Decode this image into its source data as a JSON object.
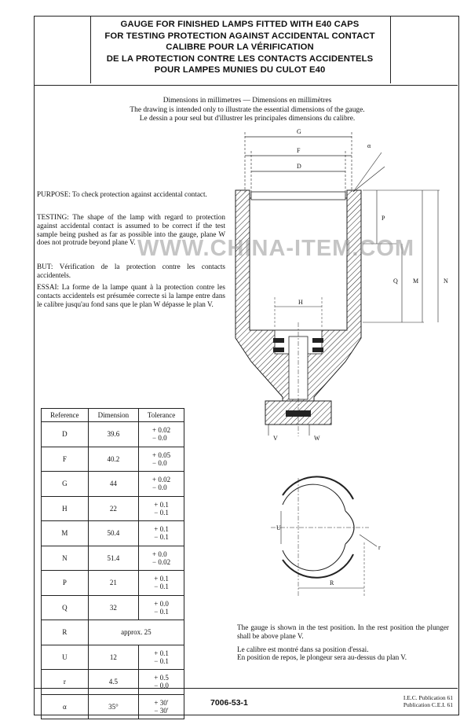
{
  "title": [
    "GAUGE FOR FINISHED LAMPS FITTED WITH E40 CAPS",
    "FOR TESTING PROTECTION AGAINST ACCIDENTAL CONTACT",
    "CALIBRE POUR LA VÉRIFICATION",
    "DE LA PROTECTION CONTRE LES CONTACTS ACCIDENTELS",
    "POUR LAMPES MUNIES DU CULOT E40"
  ],
  "notes": [
    "Dimensions in millimetres — Dimensions en millimètres",
    "The drawing is intended only to illustrate the essential dimensions of the gauge.",
    "Le dessin a pour seul but d'illustrer les principales dimensions du calibre."
  ],
  "purpose": "PURPOSE: To check protection against accidental contact.",
  "testing": "TESTING: The shape of the lamp with regard to protection against accidental contact is assumed to be correct if the test sample being pushed as far as possible into the gauge, plane W does not protrude beyond plane V.",
  "but": "BUT: Vérification de la protection contre les contacts accidentels.",
  "essai": "ESSAI: La forme de la lampe quant à la protection contre les contacts accidentels est présumée correcte si la lampe entre dans le calibre jusqu'au fond sans que le plan W dépasse le plan V.",
  "figure_labels": {
    "G": "G",
    "F": "F",
    "D": "D",
    "alpha": "α",
    "P": "P",
    "Q": "Q",
    "M": "M",
    "N": "N",
    "H": "H",
    "V": "V",
    "W": "W",
    "U": "U",
    "r": "r",
    "R": "R"
  },
  "table": {
    "headers": [
      "Reference",
      "Dimension",
      "Tolerance"
    ],
    "rows": [
      {
        "ref": "D",
        "dim": "39.6",
        "tol": [
          "+ 0.02",
          "− 0.0"
        ]
      },
      {
        "ref": "F",
        "dim": "40.2",
        "tol": [
          "+ 0.05",
          "− 0.0"
        ]
      },
      {
        "ref": "G",
        "dim": "44",
        "tol": [
          "+ 0.02",
          "− 0.0"
        ]
      },
      {
        "ref": "H",
        "dim": "22",
        "tol": [
          "+ 0.1",
          "− 0.1"
        ]
      },
      {
        "ref": "M",
        "dim": "50.4",
        "tol": [
          "+ 0.1",
          "− 0.1"
        ]
      },
      {
        "ref": "N",
        "dim": "51.4",
        "tol": [
          "+ 0.0",
          "− 0.02"
        ]
      },
      {
        "ref": "P",
        "dim": "21",
        "tol": [
          "+ 0.1",
          "− 0.1"
        ]
      },
      {
        "ref": "Q",
        "dim": "32",
        "tol": [
          "+ 0.0",
          "− 0.1"
        ]
      },
      {
        "ref": "R",
        "dim": "approx. 25",
        "tol": []
      },
      {
        "ref": "U",
        "dim": "12",
        "tol": [
          "+ 0.1",
          "− 0.1"
        ]
      },
      {
        "ref": "r",
        "dim": "4.5",
        "tol": [
          "+ 0.5",
          "− 0.0"
        ]
      },
      {
        "ref": "α",
        "dim": "35°",
        "tol": [
          "+ 30′",
          "− 30′"
        ]
      }
    ]
  },
  "caption": [
    "The gauge is shown in the test position.  In the rest position the plunger shall be above plane V.",
    "Le calibre est montré dans sa position d'essai.",
    "En position de repos, le plongeur sera au-dessus du plan V."
  ],
  "footer": {
    "code": "7006-53-1",
    "publication": [
      "I.E.C. Publication 61",
      "Publication C.E.I. 61"
    ]
  },
  "watermark": "WWW.CHINA-ITEM.COM"
}
